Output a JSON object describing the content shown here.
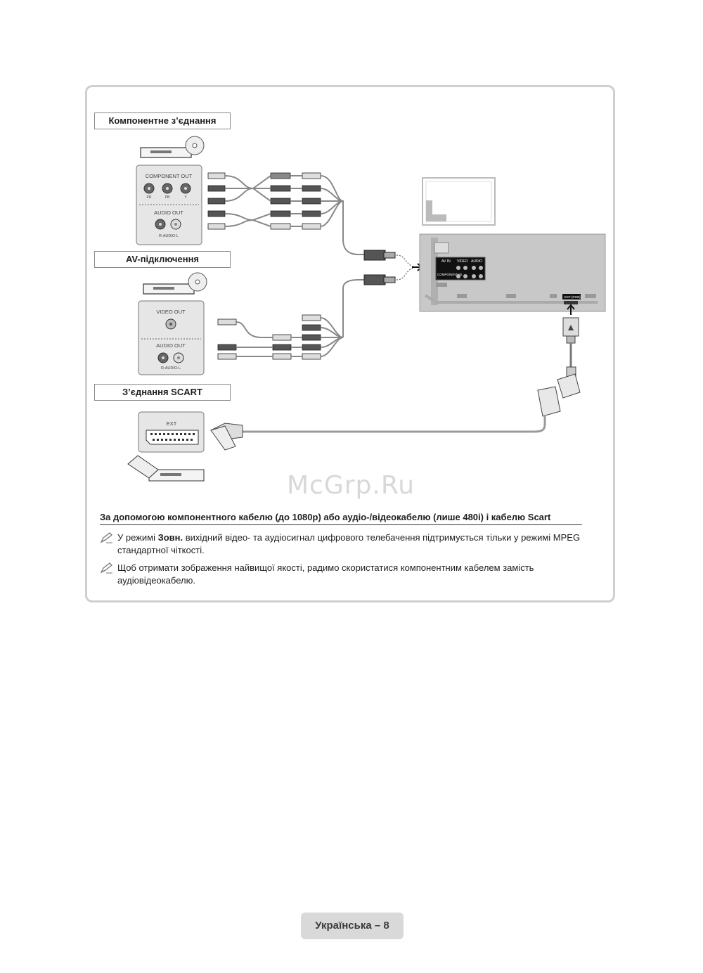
{
  "sections": {
    "component_label": "Компонентне з’єднання",
    "av_label": "AV-підключення",
    "scart_label": "З’єднання SCART"
  },
  "ports": {
    "component_out": "COMPONENT OUT",
    "pr": "PR",
    "pb": "PB",
    "y": "Y",
    "audio_out": "AUDIO OUT",
    "r_audio_l": "R-AUDIO-L",
    "video_out": "VIDEO OUT",
    "ext": "EXT"
  },
  "tv_panel": {
    "av_in": "AV IN",
    "video": "VIDEO",
    "audio": "AUDIO",
    "component_in": "COMPONENT IN",
    "ext_rgb": "EXT (RGB)"
  },
  "watermark": "McGrp.Ru",
  "heading": "За допомогою компонентного кабелю (до 1080p) або аудіо-/відеокабелю (лише 480i) і кабелю Scart",
  "notes": [
    {
      "pre": "У режимі ",
      "bold": "Зовн.",
      "post": " вихідний відео- та аудіосигнал цифрового телебачення підтримується тільки у режимі MPEG стандартної чіткості."
    },
    {
      "pre": "Щоб отримати зображення найвищої якості, радимо скористатися компонентним кабелем замість аудіовідеокабелю.",
      "bold": "",
      "post": ""
    }
  ],
  "footer": "Українська – 8",
  "icons": {
    "note": "note-pencil-icon"
  }
}
